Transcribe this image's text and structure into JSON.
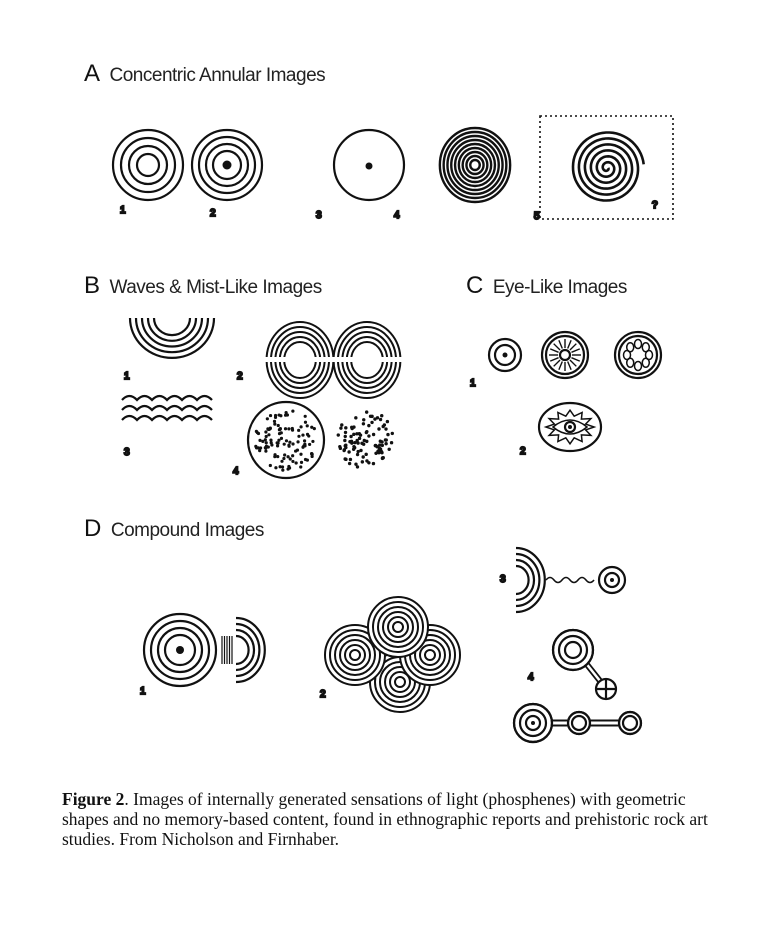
{
  "panels": {
    "A": {
      "letter": "A",
      "title": "Concentric Annular Images",
      "labels": [
        "1",
        "2",
        "3",
        "4",
        "5",
        "?"
      ]
    },
    "B": {
      "letter": "B",
      "title": "Waves & Mist-Like Images",
      "labels": [
        "1",
        "2",
        "3",
        "4"
      ]
    },
    "C": {
      "letter": "C",
      "title": "Eye-Like Images",
      "labels": [
        "1",
        "2"
      ]
    },
    "D": {
      "letter": "D",
      "title": "Compound Images",
      "labels": [
        "1",
        "2",
        "3",
        "4"
      ]
    }
  },
  "caption": {
    "label": "Figure 2",
    "text": ". Images of internally generated sensations of light (phosphenes) with geometric shapes and no memory-based content, found in ethnographic reports and prehistoric rock art studies. From Nicholson and Firnhaber."
  }
}
